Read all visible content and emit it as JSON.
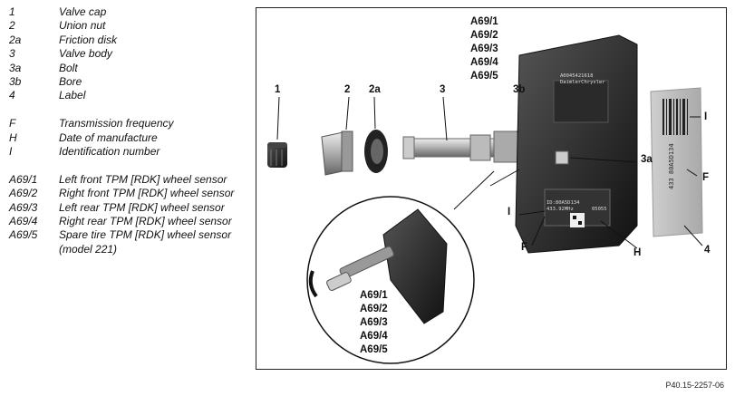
{
  "legend": [
    {
      "key": "1",
      "value": "Valve cap"
    },
    {
      "key": "2",
      "value": "Union nut"
    },
    {
      "key": "2a",
      "value": "Friction disk"
    },
    {
      "key": "3",
      "value": "Valve body"
    },
    {
      "key": "3a",
      "value": "Bolt"
    },
    {
      "key": "3b",
      "value": "Bore"
    },
    {
      "key": "4",
      "value": "Label"
    },
    {
      "key": "F",
      "value": "Transmission frequency"
    },
    {
      "key": "H",
      "value": "Date of manufacture"
    },
    {
      "key": "I",
      "value": "Identification number"
    },
    {
      "key": "A69/1",
      "value": "Left front TPM [RDK] wheel sensor"
    },
    {
      "key": "A69/2",
      "value": "Right front TPM [RDK] wheel sensor"
    },
    {
      "key": "A69/3",
      "value": "Left rear TPM [RDK] wheel sensor"
    },
    {
      "key": "A69/4",
      "value": "Right rear TPM [RDK] wheel sensor"
    },
    {
      "key": "A69/5",
      "value": "Spare tire TPM [RDK] wheel sensor (model 221)"
    }
  ],
  "figure": {
    "callouts": {
      "c1": "1",
      "c2": "2",
      "c2a": "2a",
      "c3": "3",
      "c3b": "3b",
      "c3a": "3a",
      "cI": "I",
      "cF": "F",
      "cH": "H",
      "c4": "4",
      "cI_label": "I",
      "cF_label": "F"
    },
    "models_top": [
      "A69/1",
      "A69/2",
      "A69/3",
      "A69/4",
      "A69/5"
    ],
    "models_inset": [
      "A69/1",
      "A69/2",
      "A69/3",
      "A69/4",
      "A69/5"
    ],
    "sensor_text": {
      "part_no": "A0045421618",
      "brand": "DaimlerChrysler",
      "date_code": "05055",
      "freq": "433.92MHz",
      "id": "ID:80A5D134"
    },
    "label_text": {
      "number": "433 80A5D134"
    }
  },
  "caption": "P40.15-2257-06"
}
